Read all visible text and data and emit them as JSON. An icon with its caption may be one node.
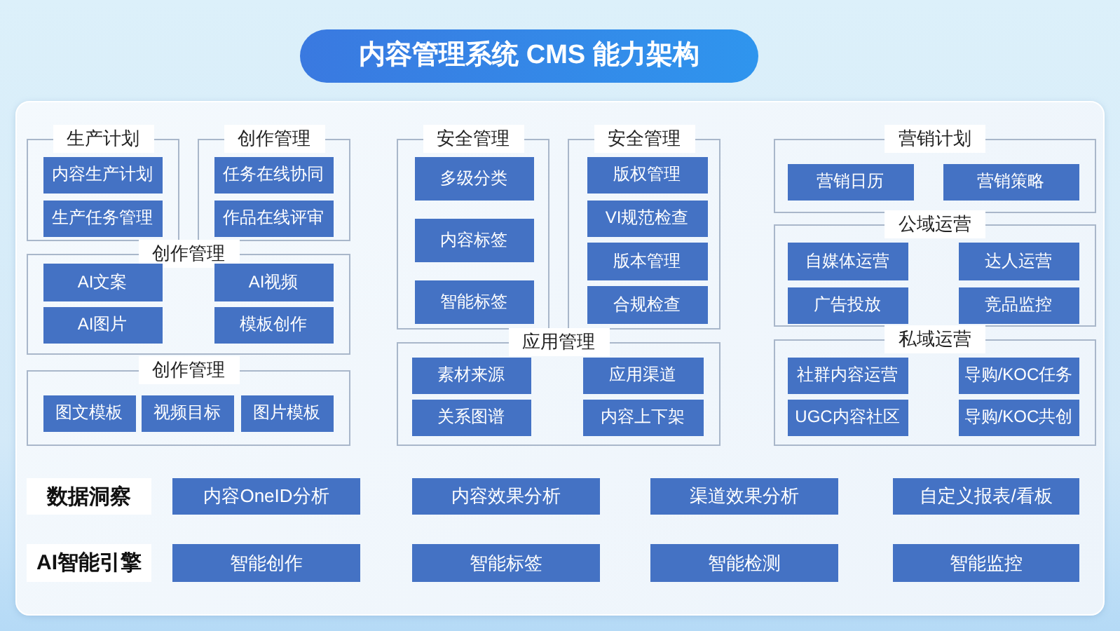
{
  "diagram": {
    "title": "内容管理系统 CMS 能力架构",
    "nodes": [
      {
        "text": [
          "生产计划"
        ]
      },
      {
        "text": [
          "内容生产计划"
        ],
        "in": 0
      },
      {
        "text": [
          "生产任务管理"
        ],
        "in": 0
      },
      {
        "text": [
          "创作管理"
        ]
      },
      {
        "text": [
          "任务在线协同"
        ],
        "in": 3
      },
      {
        "text": [
          "作品在线评审"
        ],
        "in": 3
      },
      {
        "text": [
          "安全管理"
        ]
      },
      {
        "text": [
          "多级分类"
        ],
        "in": 6
      },
      {
        "text": [
          "内容标签"
        ],
        "in": 6
      },
      {
        "text": [
          "智能标签"
        ],
        "in": 6
      },
      {
        "text": [
          "安全管理"
        ]
      },
      {
        "text": [
          "版权管理"
        ],
        "in": 10
      },
      {
        "text": [
          "VI规范检查"
        ],
        "in": 10
      },
      {
        "text": [
          "版本管理"
        ],
        "in": 10
      },
      {
        "text": [
          "合规检查"
        ],
        "in": 10
      },
      {
        "text": [
          "营销计划"
        ]
      },
      {
        "text": [
          "营销日历"
        ],
        "in": 15
      },
      {
        "text": [
          "营销策略"
        ],
        "in": 15
      },
      {
        "text": [
          "创作管理"
        ]
      },
      {
        "text": [
          "AI文案"
        ],
        "in": 18
      },
      {
        "text": [
          "AI视频"
        ],
        "in": 18
      },
      {
        "text": [
          "AI图片"
        ],
        "in": 18
      },
      {
        "text": [
          "模板创作"
        ],
        "in": 18
      },
      {
        "text": [
          "公域运营"
        ]
      },
      {
        "text": [
          "自媒体运营"
        ],
        "in": 23
      },
      {
        "text": [
          "达人运营"
        ],
        "in": 23
      },
      {
        "text": [
          "广告投放"
        ],
        "in": 23
      },
      {
        "text": [
          "竞品监控"
        ],
        "in": 23
      },
      {
        "text": [
          "应用管理"
        ]
      },
      {
        "text": [
          "素材来源"
        ],
        "in": 28
      },
      {
        "text": [
          "应用渠道"
        ],
        "in": 28
      },
      {
        "text": [
          "关系图谱"
        ],
        "in": 28
      },
      {
        "text": [
          "内容上下架"
        ],
        "in": 28
      },
      {
        "text": [
          "私域运营"
        ]
      },
      {
        "text": [
          "社群内容运营"
        ],
        "in": 33
      },
      {
        "text": [
          "导购/KOC任务"
        ],
        "in": 33
      },
      {
        "text": [
          "UGC内容社区"
        ],
        "in": 33
      },
      {
        "text": [
          "导购/KOC共创"
        ],
        "in": 33
      },
      {
        "text": [
          "创作管理"
        ]
      },
      {
        "text": [
          "图文模板"
        ],
        "in": 38
      },
      {
        "text": [
          "视频目标"
        ],
        "in": 38
      },
      {
        "text": [
          "图片模板"
        ],
        "in": 38
      },
      {
        "text": [
          "数据洞察"
        ]
      },
      {
        "text": [
          "内容OneID分析"
        ]
      },
      {
        "text": [
          "内容效果分析"
        ]
      },
      {
        "text": [
          "渠道效果分析"
        ]
      },
      {
        "text": [
          "自定义报表/看板"
        ]
      },
      {
        "text": [
          "AI智能引擎"
        ]
      },
      {
        "text": [
          "智能创作"
        ]
      },
      {
        "text": [
          "智能标签"
        ]
      },
      {
        "text": [
          "智能检测"
        ]
      },
      {
        "text": [
          "智能监控"
        ]
      }
    ]
  }
}
